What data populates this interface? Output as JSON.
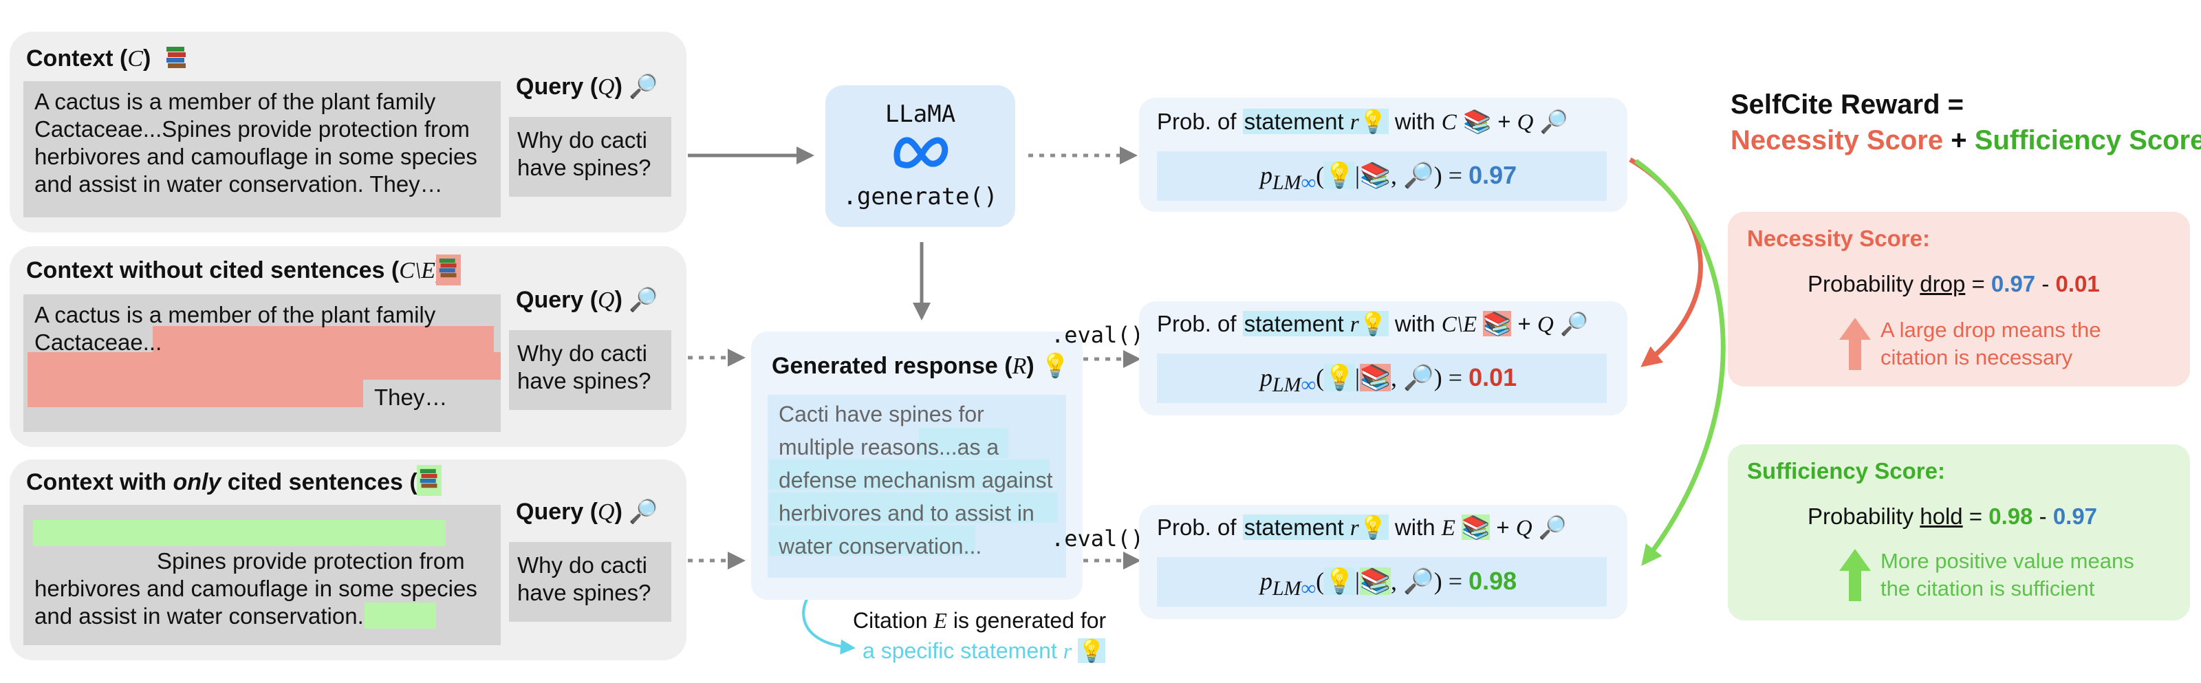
{
  "contexts": [
    {
      "title": "Context",
      "symbol": "C",
      "text_lines": [
        "A cactus is a member of the plant family",
        "Cactaceae...Spines provide protection from",
        "herbivores and camouflage in some species",
        "and assist in water conservation. They…"
      ]
    },
    {
      "title": "Context without cited sentences",
      "symbol": "C\\E",
      "line1": "A cactus is a member of the plant family",
      "line2": "Cactaceae...",
      "line4": "They…"
    },
    {
      "title_pre": "Context with ",
      "title_em": "only",
      "title_post": " cited sentences",
      "symbol": "E",
      "line1": "Spines provide protection from",
      "line2": "herbivores and camouflage in some species",
      "line3": "and assist in water conservation."
    }
  ],
  "query": {
    "label": "Query",
    "symbol": "Q",
    "line1": "Why do cacti",
    "line2": "have spines?"
  },
  "model": {
    "name": "LLaMA",
    "call": ".generate()"
  },
  "eval_call": ".eval()",
  "response": {
    "title": "Generated response",
    "symbol": "R",
    "lines": [
      "Cacti have spines for",
      "multiple reasons...as a",
      "defense mechanism against",
      "herbivores and to assist in",
      "water conservation..."
    ],
    "citation_line1_pre": "Citation ",
    "citation_symbol": "E",
    "citation_line1_post": " is generated for",
    "citation_line2": "a specific statement ",
    "citation_r": "r"
  },
  "probs": [
    {
      "pre": "Prob. of ",
      "hl": "statement ",
      "r": "r",
      "with": " with ",
      "ctx": "C",
      "plus": " + ",
      "q": "Q",
      "value": "0.97",
      "color": "#3b7dc4"
    },
    {
      "pre": "Prob. of ",
      "hl": "statement ",
      "r": "r",
      "with": " with ",
      "ctx": "C\\E",
      "plus": " + ",
      "q": "Q",
      "value": "0.01",
      "color": "#d33a2c"
    },
    {
      "pre": "Prob. of ",
      "hl": "statement ",
      "r": "r",
      "with": " with ",
      "ctx": "E",
      "plus": " + ",
      "q": "Q",
      "value": "0.98",
      "color": "#3fae2a"
    }
  ],
  "eq_lhs": "p",
  "eq_sub": "LM",
  "eq_eq": " = ",
  "reward": {
    "title": "SelfCite Reward =",
    "necessity": "Necessity Score",
    "plus": " + ",
    "sufficiency": "Sufficiency Score"
  },
  "necessity": {
    "title": "Necessity Score:",
    "prob_label": "Probability ",
    "word": "drop",
    "eq": " = ",
    "a": "0.97",
    "minus": " - ",
    "b": "0.01",
    "note1": "A large drop means the",
    "note2": "citation is necessary"
  },
  "sufficiency": {
    "title": "Sufficiency Score:",
    "prob_label": "Probability ",
    "word": "hold",
    "eq": " = ",
    "a": "0.98",
    "minus": " - ",
    "b": "0.97",
    "note1": "More positive value means",
    "note2": "the citation is sufficient"
  },
  "colors": {
    "red": "#e8664f",
    "green": "#3fae2a",
    "blue": "#3b7dc4",
    "cyan": "#5fd3e8"
  }
}
